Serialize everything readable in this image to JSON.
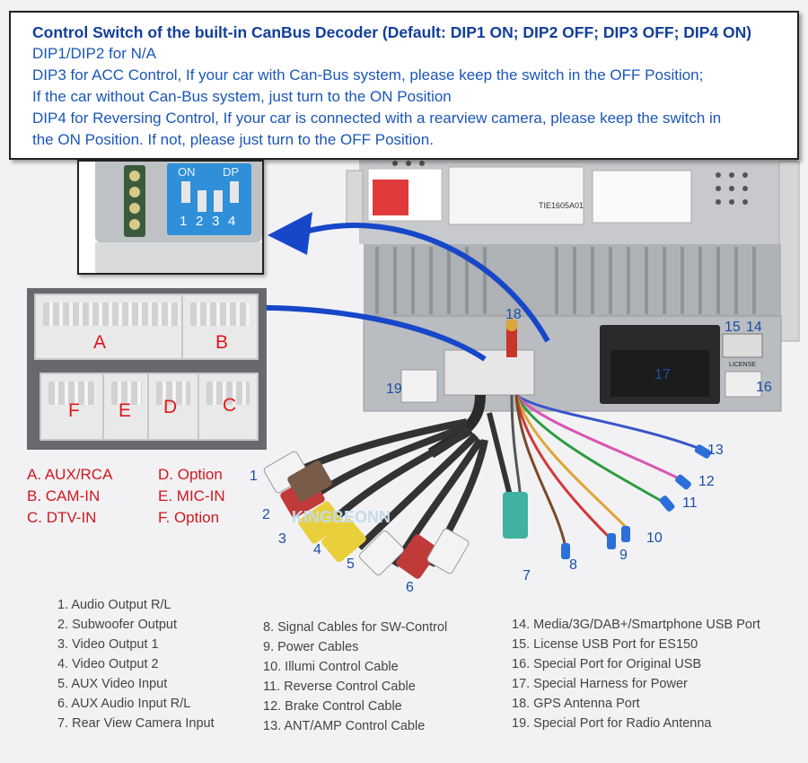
{
  "info": {
    "title": "Control Switch of the built-in CanBus Decoder (Default: DIP1 ON; DIP2 OFF; DIP3 OFF; DIP4 ON)",
    "lines": [
      "DIP1/DIP2 for N/A",
      "DIP3 for ACC Control, If your car with Can-Bus system, please keep the switch in the OFF Position;",
      "If the car without Can-Bus system, just turn to the ON Position",
      "DIP4 for Reversing Control, If your car is connected with a rearview camera, please keep the switch in",
      "the ON Position. If not, please just turn to the OFF Position."
    ]
  },
  "dip": {
    "on_label": "ON",
    "dp_label": "DP",
    "numbers": [
      "1",
      "2",
      "3",
      "4"
    ]
  },
  "connector_labels": {
    "a": "A",
    "b": "B",
    "c": "C",
    "d": "D",
    "e": "E",
    "f": "F"
  },
  "legend": {
    "a": "A. AUX/RCA",
    "b": "B. CAM-IN",
    "c": "C. DTV-IN",
    "d": "D. Option",
    "e": "E. MIC-IN",
    "f": "F. Option"
  },
  "callouts": [
    "1",
    "2",
    "3",
    "4",
    "5",
    "6",
    "7",
    "8",
    "9",
    "10",
    "11",
    "12",
    "13",
    "14",
    "15",
    "16",
    "17",
    "18",
    "19"
  ],
  "unit": {
    "model": "TIE1605A01",
    "license": "LICENSE",
    "watermark": "KINGBEONN"
  },
  "list1": [
    "1. Audio Output R/L",
    "2. Subwoofer Output",
    "3. Video Output 1",
    "4. Video Output 2",
    "5. AUX Video Input",
    "6. AUX Audio Input R/L",
    "7. Rear View Camera Input"
  ],
  "list2": [
    "8. Signal Cables for SW-Control",
    "9. Power Cables",
    "10. Illumi Control Cable",
    "11. Reverse Control Cable",
    "12. Brake Control Cable",
    "13. ANT/AMP Control Cable"
  ],
  "list3": [
    "14. Media/3G/DAB+/Smartphone USB Port",
    "15. License USB Port for ES150",
    "16. Special Port for Original USB",
    "17. Special Harness for Power",
    "18. GPS Antenna Port",
    "19. Special Port for Radio Antenna"
  ],
  "colors": {
    "title_blue": "#123f9a",
    "text_blue": "#1a56b8",
    "legend_red": "#d0181e",
    "arrow_blue": "#1747c9"
  }
}
